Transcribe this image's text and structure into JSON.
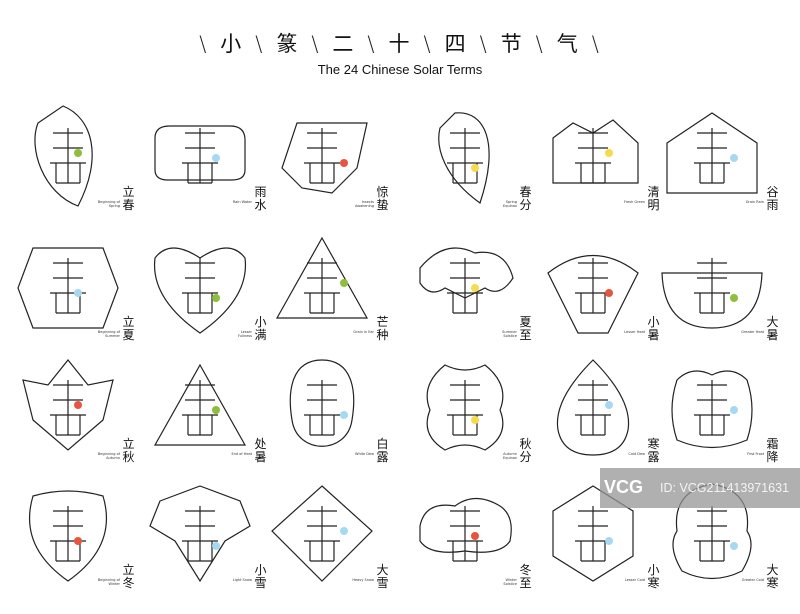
{
  "header": {
    "title_chars": [
      "小",
      "篆",
      "二",
      "十",
      "四",
      "节",
      "气"
    ],
    "separator": "\\",
    "subtitle": "The 24 Chinese Solar Terms"
  },
  "colors": {
    "stroke": "#222222",
    "yellow": "#f5dc4a",
    "blue": "#a7d8f2",
    "red": "#e8553e",
    "green": "#8dbf3c"
  },
  "terms": [
    {
      "cn": [
        "立",
        "春"
      ],
      "en": "Beginning of Spring"
    },
    {
      "cn": [
        "雨",
        "水"
      ],
      "en": "Rain Water"
    },
    {
      "cn": [
        "惊",
        "蛰"
      ],
      "en": "Insects Awakening"
    },
    {
      "cn": [
        "春",
        "分"
      ],
      "en": "Spring Equinox"
    },
    {
      "cn": [
        "清",
        "明"
      ],
      "en": "Fresh Green"
    },
    {
      "cn": [
        "谷",
        "雨"
      ],
      "en": "Grain Rain"
    },
    {
      "cn": [
        "立",
        "夏"
      ],
      "en": "Beginning of Summer"
    },
    {
      "cn": [
        "小",
        "满"
      ],
      "en": "Lesser Fullness"
    },
    {
      "cn": [
        "芒",
        "种"
      ],
      "en": "Grain in Ear"
    },
    {
      "cn": [
        "夏",
        "至"
      ],
      "en": "Summer Solstice"
    },
    {
      "cn": [
        "小",
        "暑"
      ],
      "en": "Lesser Heat"
    },
    {
      "cn": [
        "大",
        "暑"
      ],
      "en": "Greater Heat"
    },
    {
      "cn": [
        "立",
        "秋"
      ],
      "en": "Beginning of Autumn"
    },
    {
      "cn": [
        "处",
        "暑"
      ],
      "en": "End of Heat"
    },
    {
      "cn": [
        "白",
        "露"
      ],
      "en": "White Dew"
    },
    {
      "cn": [
        "秋",
        "分"
      ],
      "en": "Autumn Equinox"
    },
    {
      "cn": [
        "寒",
        "露"
      ],
      "en": "Cold Dew"
    },
    {
      "cn": [
        "霜",
        "降"
      ],
      "en": "First Frost"
    },
    {
      "cn": [
        "立",
        "冬"
      ],
      "en": "Beginning of Winter"
    },
    {
      "cn": [
        "小",
        "雪"
      ],
      "en": "Light Snow"
    },
    {
      "cn": [
        "大",
        "雪"
      ],
      "en": "Heavy Snow"
    },
    {
      "cn": [
        "冬",
        "至"
      ],
      "en": "Winter Solstice"
    },
    {
      "cn": [
        "小",
        "寒"
      ],
      "en": "Lesser Cold"
    },
    {
      "cn": [
        "大",
        "寒"
      ],
      "en": "Greater Cold"
    }
  ],
  "watermark": {
    "logo": "VCG",
    "id": "ID: VCG211413971631"
  }
}
